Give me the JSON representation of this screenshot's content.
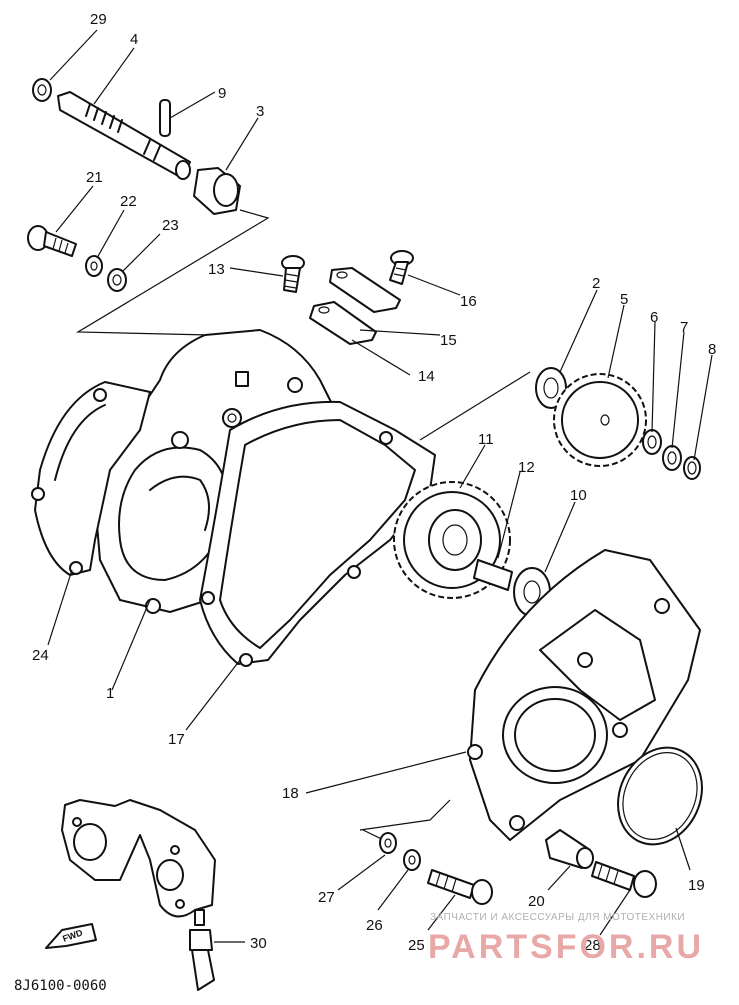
{
  "diagram_code": "8J6100-0060",
  "watermark": {
    "line1": "ЗАПЧАСТИ И АКСЕССУАРЫ ДЛЯ МОТОТЕХНИКИ",
    "line2": "PARTSFOR.RU"
  },
  "fwd_marker": "FWD",
  "labels": {
    "p1": "1",
    "p2": "2",
    "p3": "3",
    "p4": "4",
    "p5": "5",
    "p6": "6",
    "p7": "7",
    "p8": "8",
    "p9": "9",
    "p10": "10",
    "p11": "11",
    "p12": "12",
    "p13": "13",
    "p14": "14",
    "p15": "15",
    "p16": "16",
    "p17": "17",
    "p18": "18",
    "p19": "19",
    "p20": "20",
    "p21": "21",
    "p22": "22",
    "p23": "23",
    "p24": "24",
    "p25": "25",
    "p26": "26",
    "p27": "27",
    "p28": "28",
    "p29": "29",
    "p30": "30"
  }
}
